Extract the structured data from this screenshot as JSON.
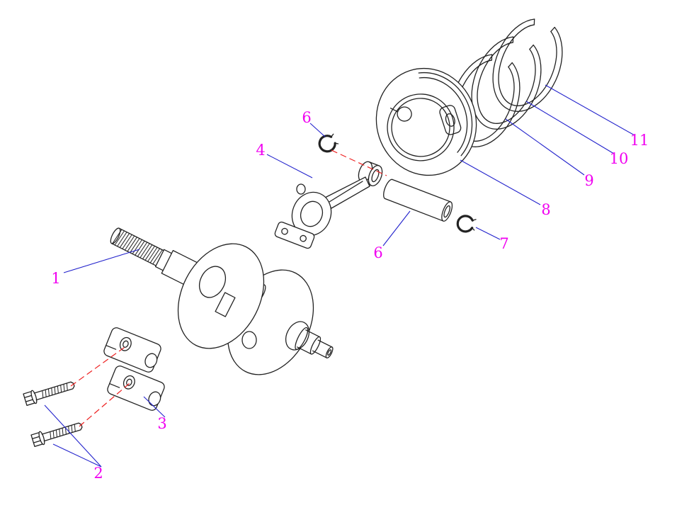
{
  "diagram": {
    "type": "exploded-parts-view",
    "labels": {
      "l1": "1",
      "l2": "2",
      "l3": "3",
      "l4": "4",
      "l6a": "6",
      "l6b": "6",
      "l7": "7",
      "l8": "8",
      "l9": "9",
      "l10": "10",
      "l11": "11"
    },
    "colors": {
      "background": "#ffffff",
      "line_art": "#222222",
      "label_text": "#f000f0",
      "leader_line": "#2222cc",
      "centerline": "#ee2222"
    }
  }
}
